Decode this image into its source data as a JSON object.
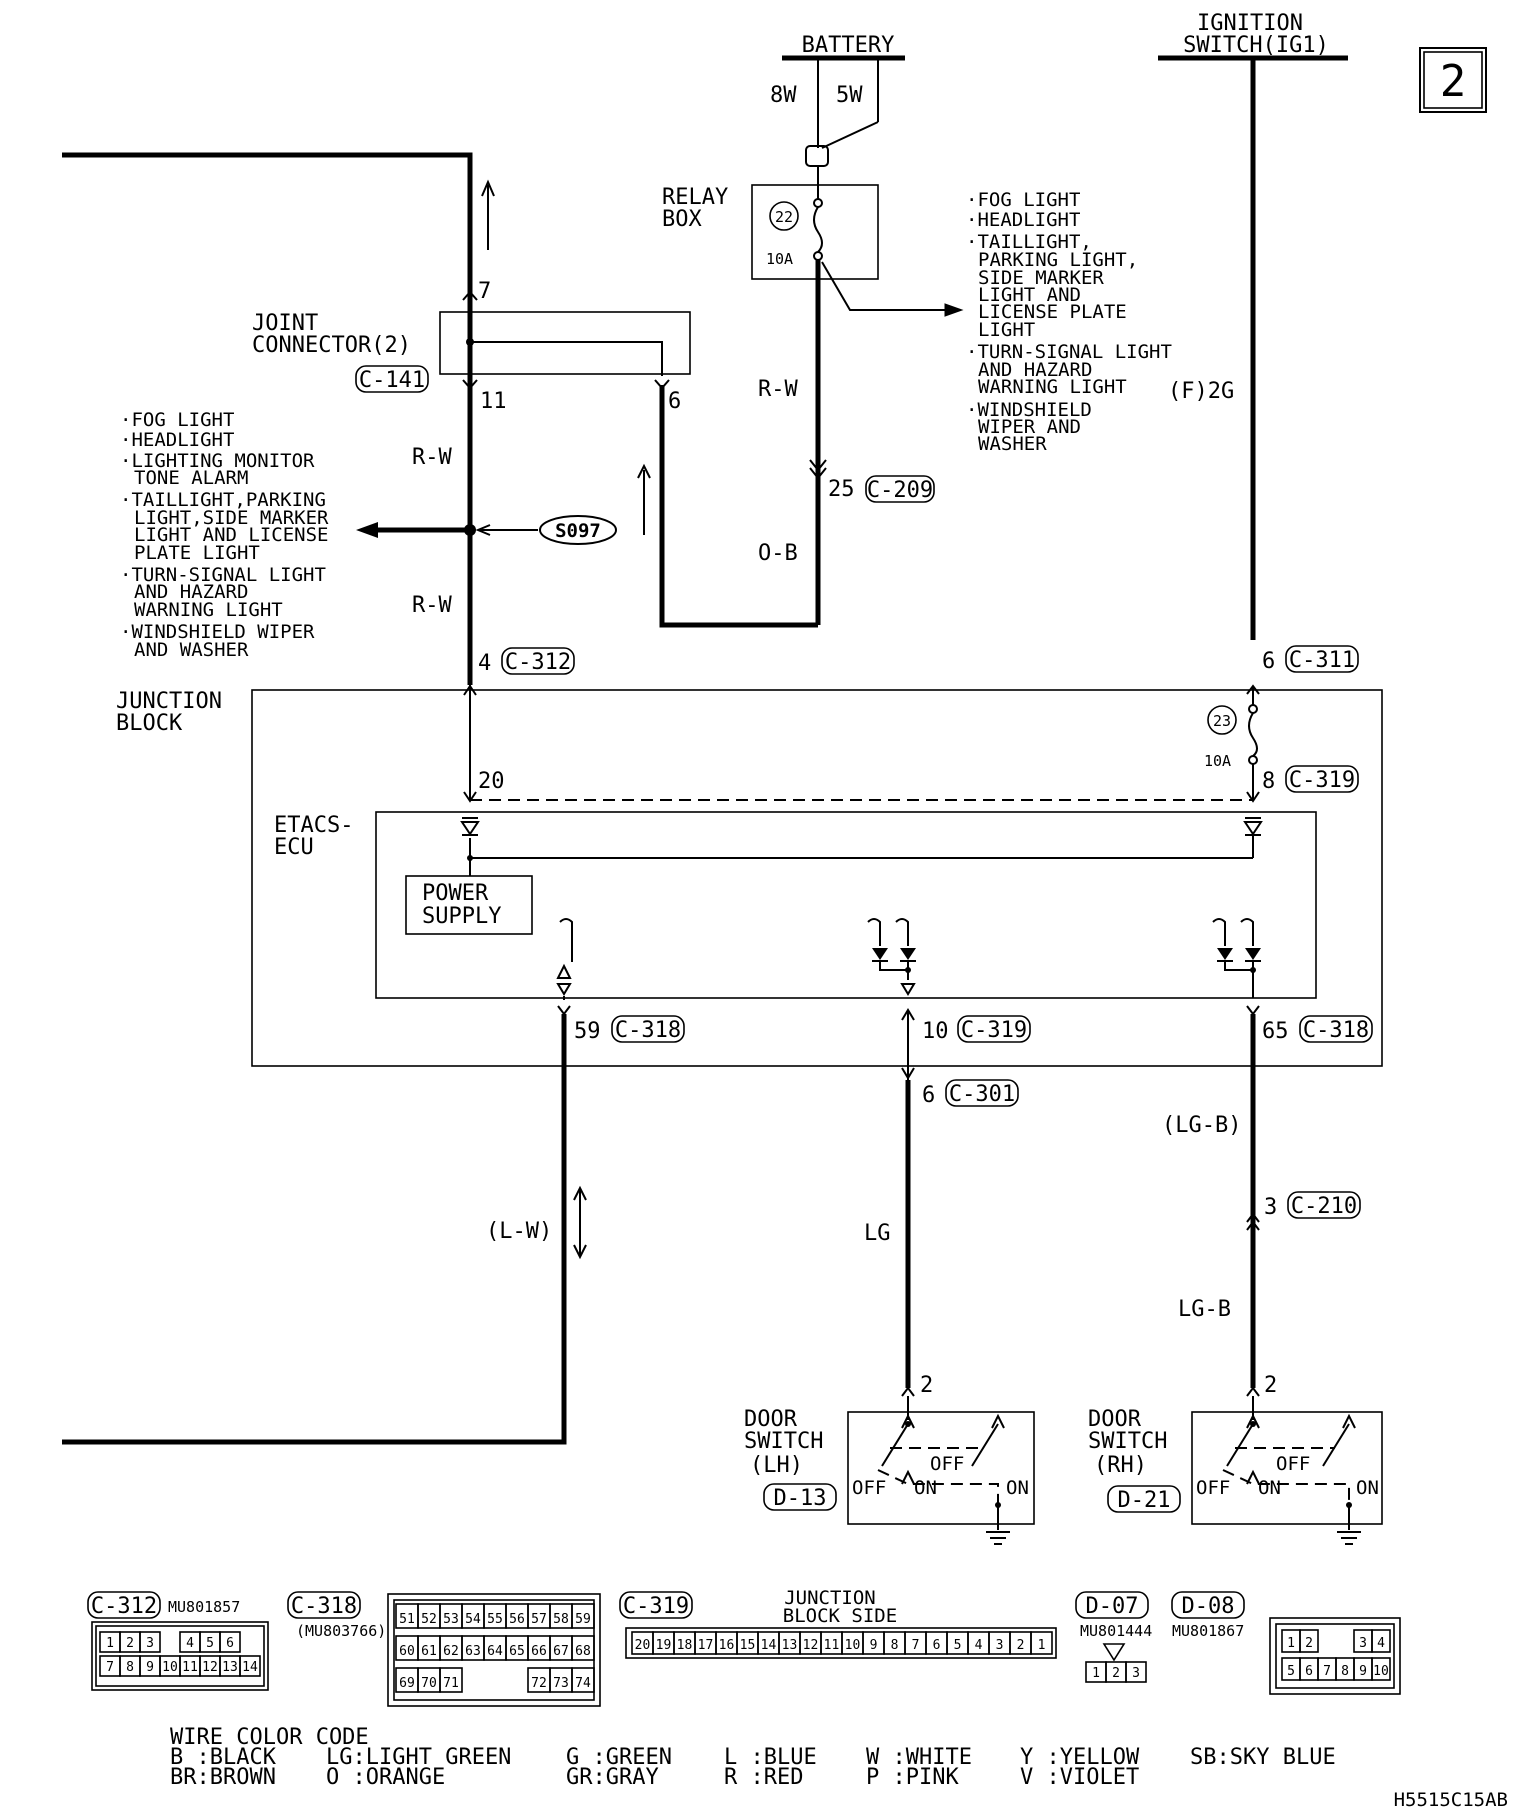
{
  "page_number": "2",
  "figure_code": "H5515C15AB",
  "sources": {
    "battery": "BATTERY",
    "ignition_line1": "IGNITION",
    "ignition_line2": "SWITCH(IG1)"
  },
  "battery_wires": {
    "left": "8W",
    "right": "5W"
  },
  "relay_box": {
    "line1": "RELAY",
    "line2": "BOX",
    "fuse_no": "22",
    "fuse_rating": "10A"
  },
  "relay_loads": [
    "·FOG LIGHT",
    "·HEADLIGHT",
    "·TAILLIGHT,",
    "PARKING LIGHT,",
    "SIDE MARKER",
    "LIGHT AND",
    "LICENSE PLATE",
    "LIGHT",
    "·TURN-SIGNAL LIGHT",
    "AND HAZARD",
    "WARNING LIGHT",
    "·WINDSHIELD",
    "WIPER AND",
    "WASHER"
  ],
  "fg_label": "(F)2G",
  "joint_connector": {
    "line1": "JOINT",
    "line2": "CONNECTOR(2)",
    "code": "C-141",
    "pin_top": "7",
    "pin_bottom": "11",
    "pin_right": "6"
  },
  "wire_colors": {
    "rw_upper": "R-W",
    "rw_lower": "R-W",
    "relay_rw": "R-W",
    "ob": "O-B",
    "lw": "(L-W)",
    "lg": "LG",
    "lgb_paren": "(LG-B)",
    "lgb": "LG-B"
  },
  "splice": "S097",
  "left_loads": [
    "·FOG LIGHT",
    "·HEADLIGHT",
    "·LIGHTING MONITOR",
    "TONE ALARM",
    "·TAILLIGHT,PARKING",
    "LIGHT,SIDE MARKER",
    "LIGHT AND LICENSE",
    "PLATE LIGHT",
    "·TURN-SIGNAL LIGHT",
    "AND HAZARD",
    "WARNING LIGHT",
    "·WINDSHIELD WIPER",
    "AND WASHER"
  ],
  "c209": {
    "pin": "25",
    "code": "C-209"
  },
  "c312": {
    "pin": "4",
    "code": "C-312"
  },
  "c311": {
    "pin": "6",
    "code": "C-311"
  },
  "junction_block": {
    "line1": "JUNCTION",
    "line2": "BLOCK",
    "pin_20": "20",
    "fuse_no": "23",
    "fuse_rating": "10A",
    "pin_8": "8",
    "c319": "C-319"
  },
  "etacs": {
    "line1": "ETACS-",
    "line2": "ECU",
    "ps1": "POWER",
    "ps2": "SUPPLY"
  },
  "bottom_conns": [
    {
      "pin": "59",
      "code": "C-318"
    },
    {
      "pin": "10",
      "code": "C-319"
    },
    {
      "pin": "65",
      "code": "C-318"
    }
  ],
  "c301": {
    "pin": "6",
    "code": "C-301"
  },
  "c210": {
    "pin": "3",
    "code": "C-210"
  },
  "door_lh": {
    "line1": "DOOR",
    "line2": "SWITCH",
    "line3": "(LH)",
    "code": "D-13",
    "pin": "2",
    "off1": "OFF",
    "off2": "OFF",
    "on1": "ON",
    "on2": "ON"
  },
  "door_rh": {
    "line1": "DOOR",
    "line2": "SWITCH",
    "line3": "(RH)",
    "code": "D-21",
    "pin": "2",
    "off1": "OFF",
    "off2": "OFF",
    "on1": "ON",
    "on2": "ON"
  },
  "connectors": {
    "c312": {
      "code": "C-312",
      "part": "MU801857",
      "row1": [
        "1",
        "2",
        "3",
        "",
        "4",
        "5",
        "6"
      ],
      "row2": [
        "7",
        "8",
        "9",
        "10",
        "11",
        "12",
        "13",
        "14"
      ]
    },
    "c318": {
      "code": "C-318",
      "part": "(MU803766)",
      "row1": [
        "51",
        "52",
        "53",
        "54",
        "55",
        "56",
        "57",
        "58",
        "59"
      ],
      "row2": [
        "60",
        "61",
        "62",
        "63",
        "64",
        "65",
        "66",
        "67",
        "68"
      ],
      "row3": [
        "69",
        "70",
        "71",
        "",
        "",
        "",
        "72",
        "73",
        "74"
      ]
    },
    "c319": {
      "code": "C-319",
      "title1": "JUNCTION",
      "title2": "BLOCK SIDE",
      "pins": [
        "20",
        "19",
        "18",
        "17",
        "16",
        "15",
        "14",
        "13",
        "12",
        "11",
        "10",
        "9",
        "8",
        "7",
        "6",
        "5",
        "4",
        "3",
        "2",
        "1"
      ]
    },
    "d07": {
      "code": "D-07",
      "part": "MU801444",
      "pins": [
        "1",
        "2",
        "3"
      ]
    },
    "d08": {
      "code": "D-08",
      "part": "MU801867",
      "row1": [
        "1",
        "2",
        "",
        "",
        "3",
        "4"
      ],
      "row2": [
        "5",
        "6",
        "7",
        "8",
        "9",
        "10"
      ]
    }
  },
  "color_code": {
    "title": "WIRE COLOR CODE",
    "row1": [
      "B :BLACK",
      "LG:LIGHT GREEN",
      "G :GREEN",
      "L :BLUE",
      "W :WHITE",
      "Y :YELLOW",
      "SB:SKY BLUE"
    ],
    "row2": [
      "BR:BROWN",
      "O :ORANGE",
      "GR:GRAY",
      "R :RED",
      "P :PINK",
      "V :VIOLET"
    ]
  }
}
